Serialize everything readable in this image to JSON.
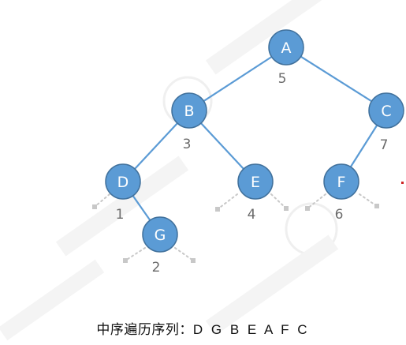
{
  "tree": {
    "nodes": [
      {
        "id": "A",
        "label": "A",
        "order": "5"
      },
      {
        "id": "B",
        "label": "B",
        "order": "3"
      },
      {
        "id": "C",
        "label": "C",
        "order": "7"
      },
      {
        "id": "D",
        "label": "D",
        "order": "1"
      },
      {
        "id": "E",
        "label": "E",
        "order": "4"
      },
      {
        "id": "F",
        "label": "F",
        "order": "6"
      },
      {
        "id": "G",
        "label": "G",
        "order": "2"
      }
    ],
    "edges": [
      [
        "A",
        "B"
      ],
      [
        "A",
        "C"
      ],
      [
        "B",
        "D"
      ],
      [
        "B",
        "E"
      ],
      [
        "C",
        "F"
      ],
      [
        "D",
        "G"
      ]
    ]
  },
  "caption": {
    "label": "中序遍历序列：",
    "sequence": "D G B E A F C"
  },
  "colors": {
    "node_fill": "#5B9BD5",
    "edge": "#5B9BD5",
    "order_text": "#6b6b6b",
    "null_link": "#c8c8c8"
  }
}
